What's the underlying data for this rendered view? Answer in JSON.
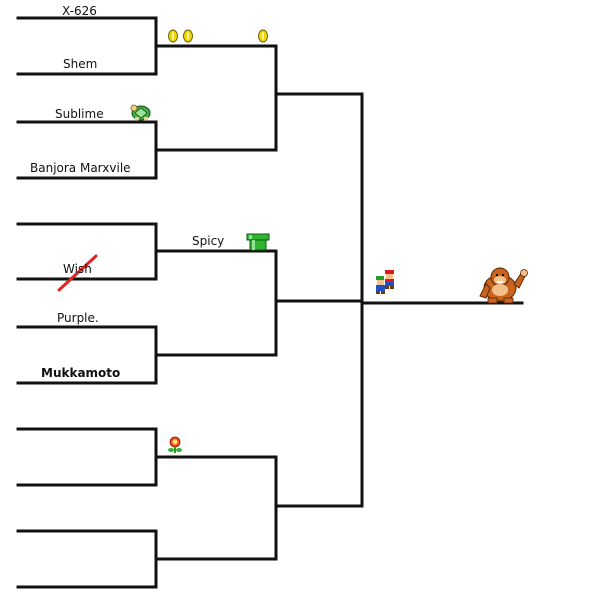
{
  "bracket": {
    "round1": [
      {
        "label": "X-626"
      },
      {
        "label": "Shem"
      },
      {
        "label": "Sublime"
      },
      {
        "label": "Banjora Marxvile"
      },
      {
        "label": ""
      },
      {
        "label": "Wish",
        "crossed_out": true
      },
      {
        "label": "Purple."
      },
      {
        "label": "Mukkamoto",
        "bold": true
      },
      {
        "label": ""
      },
      {
        "label": ""
      },
      {
        "label": ""
      },
      {
        "label": ""
      }
    ],
    "round2": [
      {
        "label": ""
      },
      {
        "label": ""
      },
      {
        "label": "Spicy"
      },
      {
        "label": ""
      },
      {
        "label": ""
      },
      {
        "label": ""
      }
    ]
  },
  "sprites": {
    "coins": [
      "coin-icon",
      "coin-icon",
      "coin-icon"
    ],
    "koopa": "koopa-shell-icon",
    "pipe": "warp-pipe-icon",
    "flower": "fire-flower-icon",
    "mario_luigi": "mario-luigi-icon",
    "donkey_kong": "donkey-kong-icon",
    "cross_mark": "red-strike-icon"
  },
  "colors": {
    "line": "#111111",
    "strike": "#e8231f",
    "pipe": "#2fb52f",
    "coin": "#f2d600",
    "dk_fur": "#c8641e"
  }
}
